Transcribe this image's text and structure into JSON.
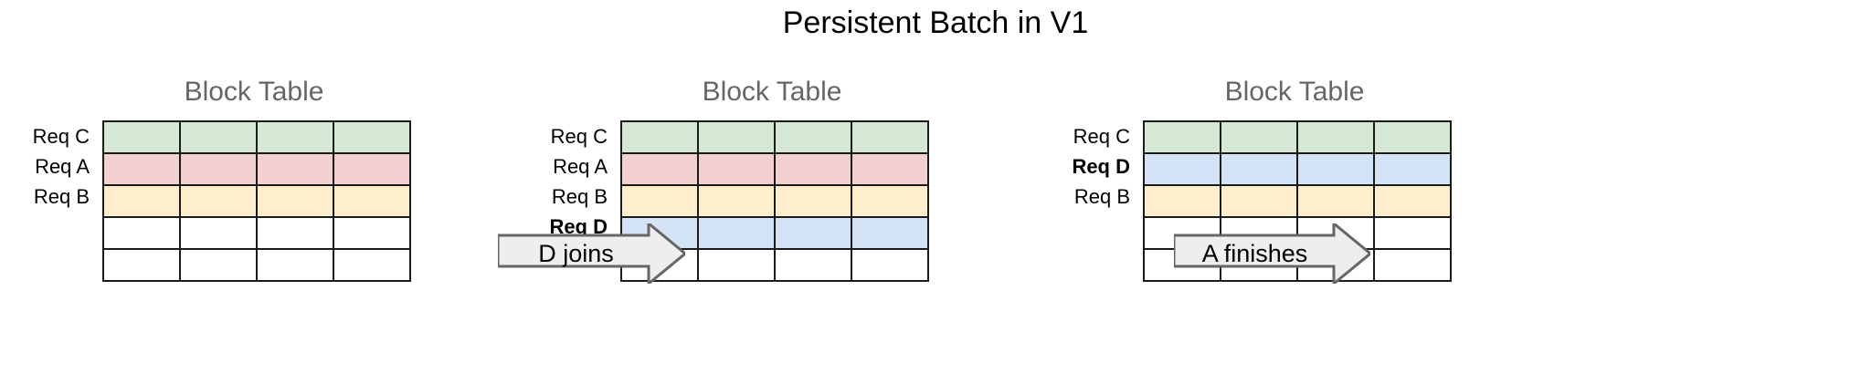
{
  "title": "Persistent Batch in V1",
  "colors": {
    "green": "#d5e8d4",
    "pink": "#f2cfd1",
    "yellow": "#ffeecc",
    "blue": "#d4e3f5",
    "empty": "#ffffff",
    "border": "#1a1a1a",
    "panel_title": "#666666",
    "arrow_fill": "#eeeeee",
    "arrow_stroke": "#666666"
  },
  "panels": [
    {
      "title": "Block Table",
      "columns": 4,
      "rows": [
        {
          "label": "Req C",
          "bold": false,
          "color": "green"
        },
        {
          "label": "Req A",
          "bold": false,
          "color": "pink"
        },
        {
          "label": "Req B",
          "bold": false,
          "color": "yellow"
        },
        {
          "label": "",
          "bold": false,
          "color": "empty"
        },
        {
          "label": "",
          "bold": false,
          "color": "empty"
        }
      ]
    },
    {
      "title": "Block Table",
      "columns": 4,
      "rows": [
        {
          "label": "Req C",
          "bold": false,
          "color": "green"
        },
        {
          "label": "Req A",
          "bold": false,
          "color": "pink"
        },
        {
          "label": "Req B",
          "bold": false,
          "color": "yellow"
        },
        {
          "label": "Req D",
          "bold": true,
          "color": "blue"
        },
        {
          "label": "",
          "bold": false,
          "color": "empty"
        }
      ]
    },
    {
      "title": "Block Table",
      "columns": 4,
      "rows": [
        {
          "label": "Req C",
          "bold": false,
          "color": "green"
        },
        {
          "label": "Req D",
          "bold": true,
          "color": "blue"
        },
        {
          "label": "Req B",
          "bold": false,
          "color": "yellow"
        },
        {
          "label": "",
          "bold": false,
          "color": "empty"
        },
        {
          "label": "",
          "bold": false,
          "color": "empty"
        }
      ]
    }
  ],
  "arrows": [
    {
      "label": "D joins"
    },
    {
      "label": "A finishes"
    }
  ]
}
